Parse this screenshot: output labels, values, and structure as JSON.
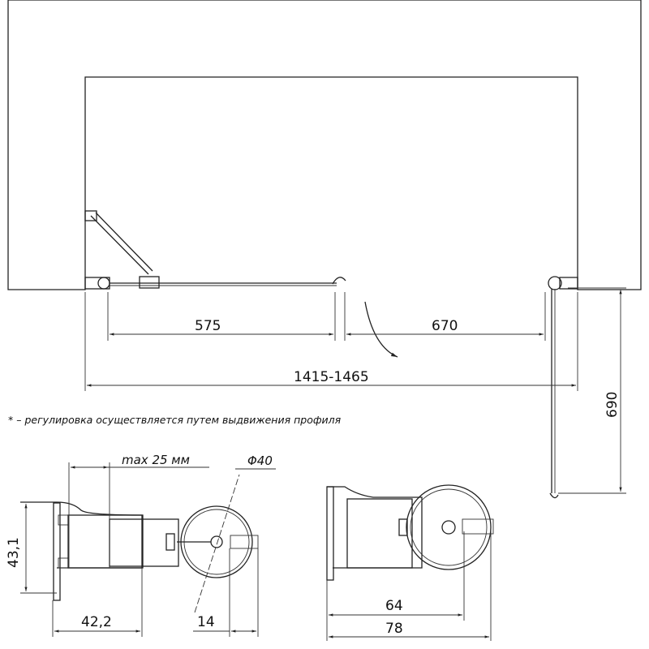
{
  "plan": {
    "dim_fixed": "575",
    "dim_door": "670",
    "dim_total": "1415-1465",
    "dim_depth": "690"
  },
  "note": "* – регулировка осуществляется путем выдвижения профиля",
  "detail_left": {
    "max_adjust": "max 25 мм",
    "diameter": "Φ40",
    "height": "43,1",
    "width": "42,2",
    "offset": "14"
  },
  "detail_right": {
    "inner": "64",
    "outer": "78"
  },
  "colors": {
    "line": "#222222",
    "background": "#ffffff"
  }
}
